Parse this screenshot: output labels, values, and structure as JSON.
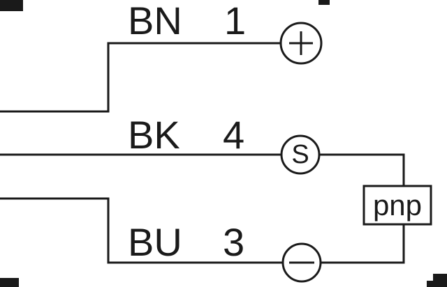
{
  "diagram": {
    "wires": [
      {
        "label": "BN",
        "pin": "1",
        "terminal_icon": "plus-icon"
      },
      {
        "label": "BK",
        "pin": "4",
        "terminal_text": "S"
      },
      {
        "label": "BU",
        "pin": "3",
        "terminal_icon": "minus-icon"
      }
    ],
    "device": {
      "label": "pnp"
    },
    "colors": {
      "line_color": "#1a1a1a",
      "background": "#ffffff"
    }
  }
}
